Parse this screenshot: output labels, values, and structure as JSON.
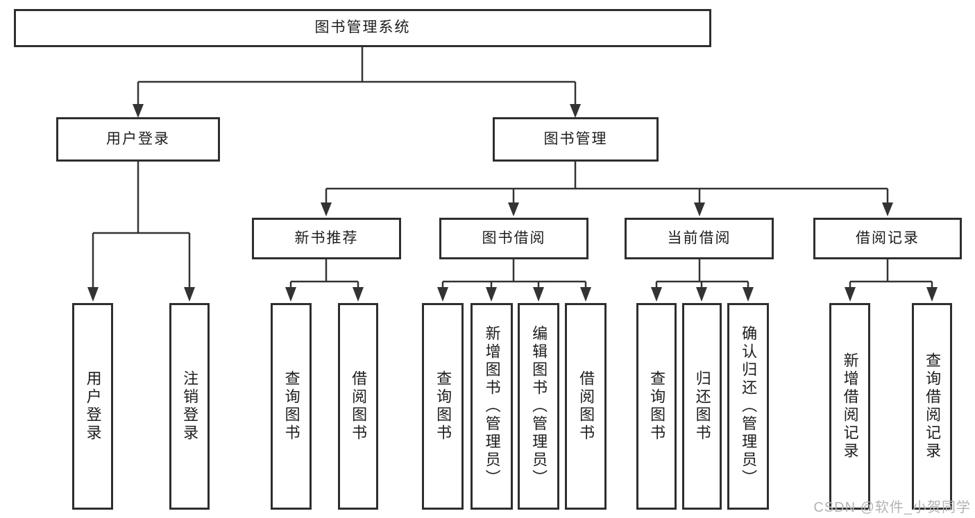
{
  "diagram": {
    "title": "图书管理系统",
    "branches": {
      "user_login": {
        "label": "用户登录",
        "children": [
          "用户登录",
          "注销登录"
        ]
      },
      "book_mgmt": {
        "label": "图书管理",
        "sections": [
          {
            "label": "新书推荐",
            "children": [
              "查询图书",
              "借阅图书"
            ]
          },
          {
            "label": "图书借阅",
            "children": [
              "查询图书",
              "新增图书（管理员）",
              "编辑图书（管理员）",
              "借阅图书"
            ]
          },
          {
            "label": "当前借阅",
            "children": [
              "查询图书",
              "归还图书",
              "确认归还（管理员）"
            ]
          },
          {
            "label": "借阅记录",
            "children": [
              "新增借阅记录",
              "查询借阅记录"
            ]
          }
        ]
      }
    }
  },
  "watermark": "CSDN @软件_小贺同学",
  "colors": {
    "line": "#333333",
    "box_border": "#2e2e2e",
    "box_fill": "#ffffff",
    "text": "#1d1d1d",
    "watermark": "#b3b3b3"
  }
}
